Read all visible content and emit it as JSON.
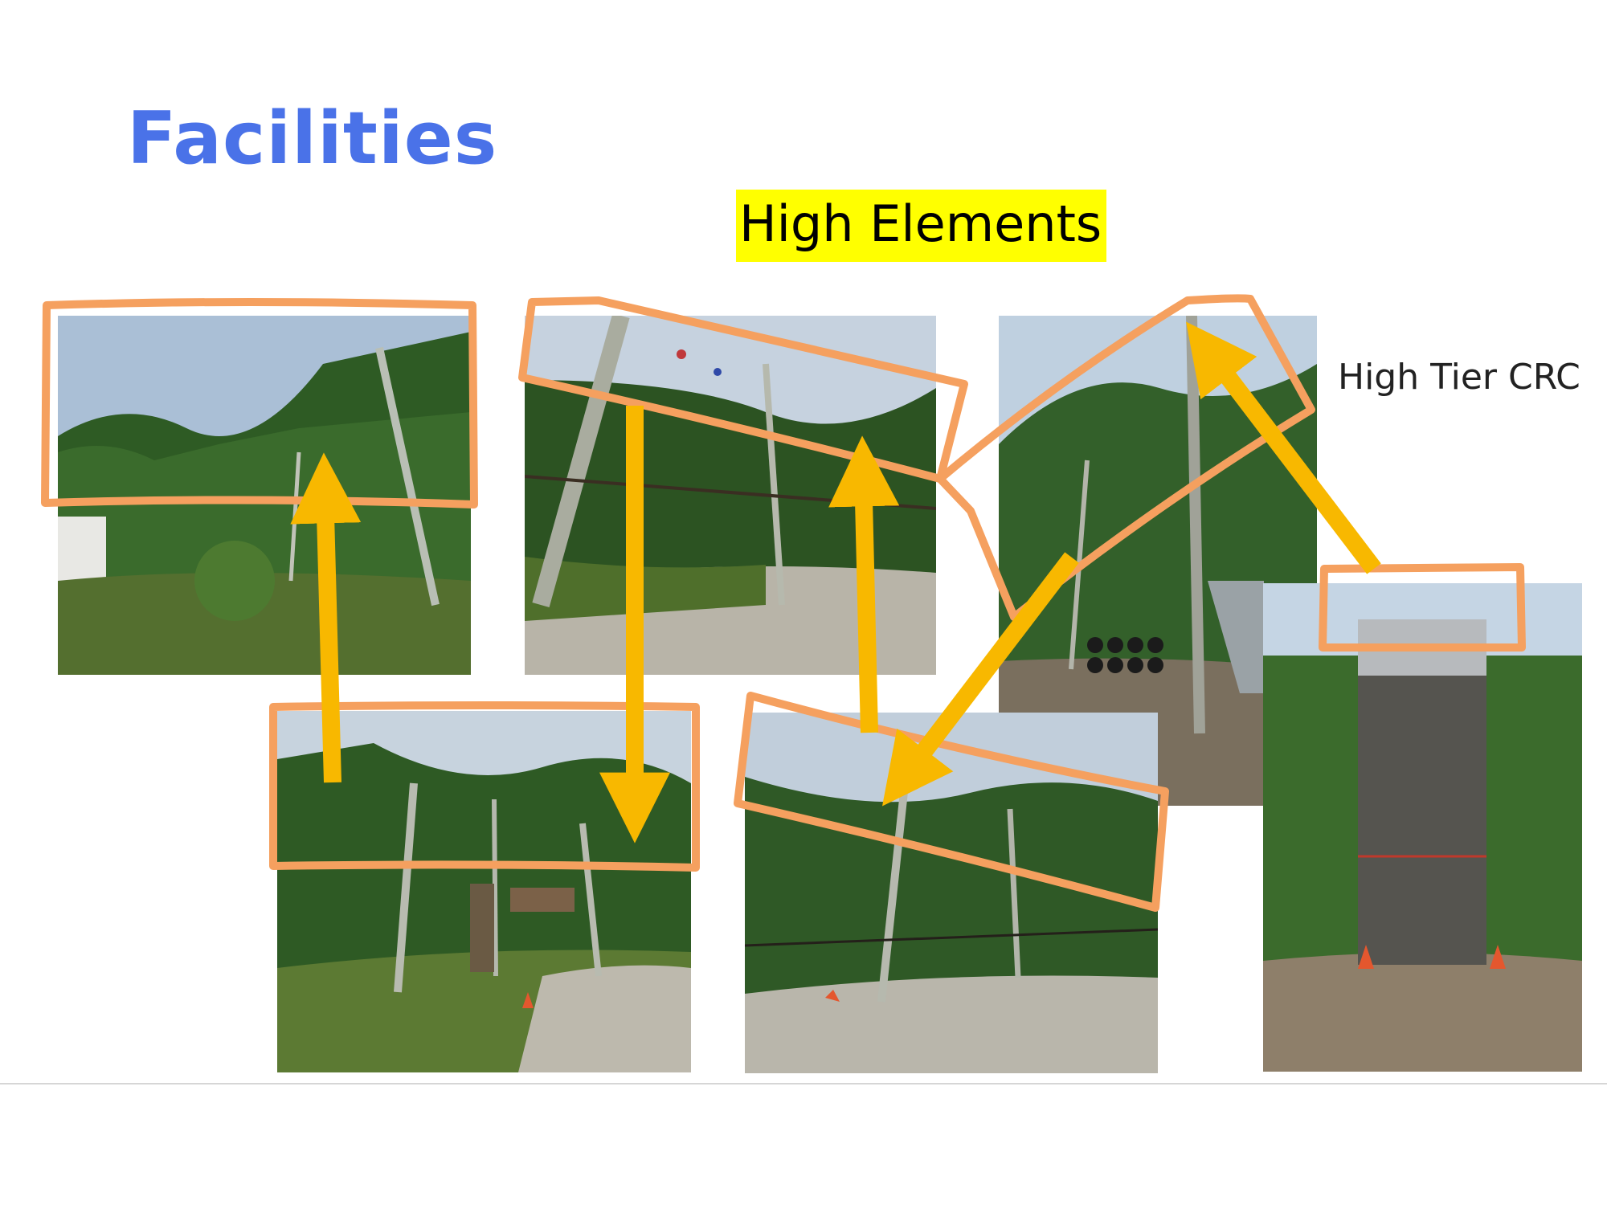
{
  "slide": {
    "title": "Facilities",
    "subtitle": "High Elements",
    "side_label": "High Tier CRC"
  },
  "colors": {
    "title": "#4a72e8",
    "highlight": "#ffff00",
    "highlight_box": "#f5a05f",
    "arrow": "#f8b800",
    "sky": "#b9cde2",
    "foliage": "#2f5a25",
    "ground": "#9a9787"
  },
  "photos": [
    {
      "name": "photo-zipline-poles",
      "subject": "poles-and-trees"
    },
    {
      "name": "photo-rope-course-top",
      "subject": "rope-course"
    },
    {
      "name": "photo-tyre-bridge",
      "subject": "tyre-bridge"
    },
    {
      "name": "photo-rope-course-ground",
      "subject": "rope-course"
    },
    {
      "name": "photo-cable-course",
      "subject": "cable-course"
    },
    {
      "name": "photo-climbing-wall",
      "subject": "climbing-wall"
    }
  ]
}
